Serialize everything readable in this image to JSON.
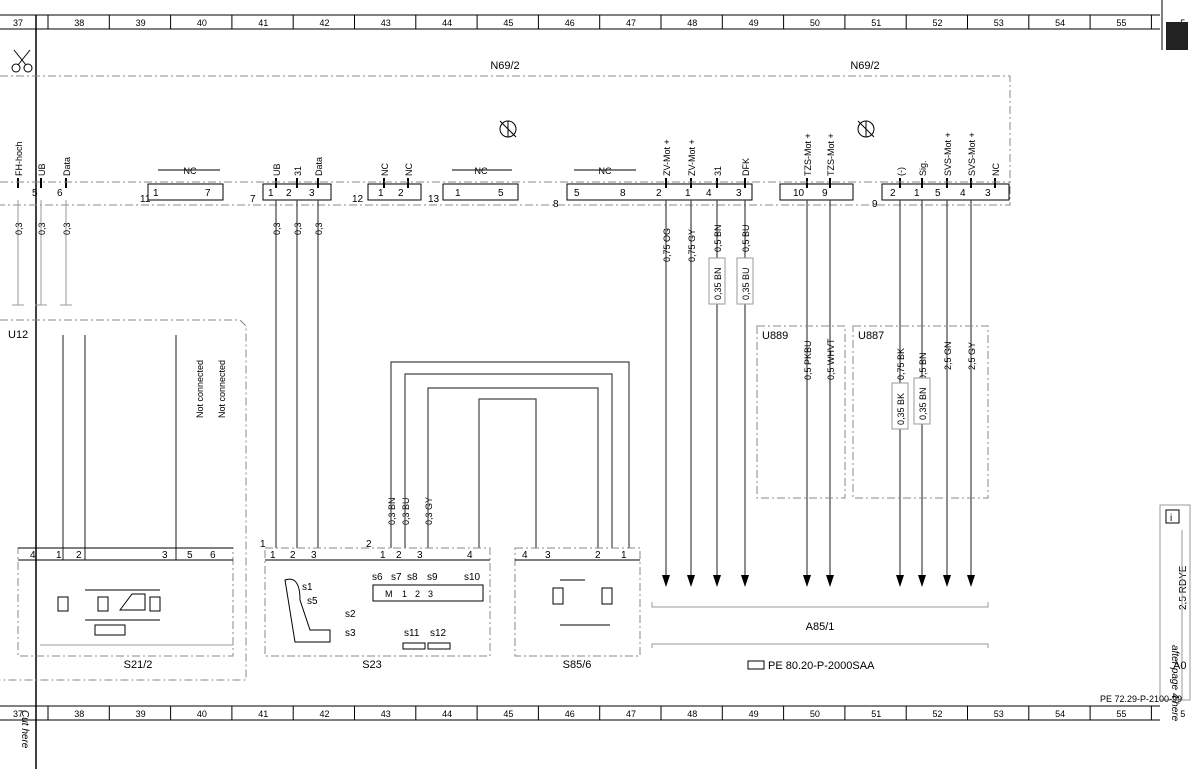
{
  "ruler_numbers": [
    "37",
    "38",
    "39",
    "40",
    "41",
    "42",
    "43",
    "44",
    "45",
    "46",
    "47",
    "48",
    "49",
    "50",
    "51",
    "52",
    "53",
    "54",
    "55",
    "5"
  ],
  "top_labels": {
    "n69_left": "N69/2",
    "n69_right": "N69/2"
  },
  "pins_top": [
    {
      "text": "FH-hoch"
    },
    {
      "text": "UB"
    },
    {
      "text": "Data"
    },
    {
      "text": "UB"
    },
    {
      "text": "31"
    },
    {
      "text": "Data"
    },
    {
      "text": "NC"
    },
    {
      "text": "NC"
    },
    {
      "text": "ZV-Mot +"
    },
    {
      "text": "ZV-Mot +"
    },
    {
      "text": "31"
    },
    {
      "text": "DFK"
    },
    {
      "text": "TZS-Mot +"
    },
    {
      "text": "TZS-Mot +"
    },
    {
      "text": "(-)"
    },
    {
      "text": "Sig."
    },
    {
      "text": "SVS-Mot +"
    },
    {
      "text": "SVS-Mot +"
    },
    {
      "text": "NC"
    }
  ],
  "connectors": [
    {
      "label": "11",
      "a": "1",
      "b": "7",
      "nc": "NC"
    },
    {
      "label": "7",
      "a": "1",
      "b": "2",
      "c": "3"
    },
    {
      "label": "12",
      "a": "1",
      "b": "2"
    },
    {
      "label": "13",
      "a": "1",
      "b": "5",
      "nc": "NC"
    },
    {
      "label": "8",
      "a": "5",
      "b": "8",
      "nc": "NC",
      "d": "2",
      "e": "1",
      "f": "4",
      "g": "3"
    },
    {
      "label": "10",
      "a": "9"
    },
    {
      "label": "9",
      "a": "2",
      "b": "1",
      "c": "5",
      "d": "4",
      "e": "3"
    }
  ],
  "left_pin_nums": [
    "5",
    "6"
  ],
  "wire_labels": [
    {
      "text": "0,3"
    },
    {
      "text": "0,3"
    },
    {
      "text": "0,3"
    },
    {
      "text": "0,3"
    },
    {
      "text": "0,3"
    },
    {
      "text": "0,3"
    },
    {
      "text": "0,75 OG"
    },
    {
      "text": "0,75 GY"
    },
    {
      "text": "0,5 BN"
    },
    {
      "text": "0,5 BU"
    },
    {
      "text": "0,35 BN"
    },
    {
      "text": "0,35 BU"
    },
    {
      "text": "0,5 PKBU"
    },
    {
      "text": "0,5 WHVT"
    },
    {
      "text": "0,75 BK"
    },
    {
      "text": "0,5 BN"
    },
    {
      "text": "2,5 GN"
    },
    {
      "text": "2,5 GY"
    },
    {
      "text": "0,35 BK"
    },
    {
      "text": "0,35 BN"
    },
    {
      "text": "0,3 BN"
    },
    {
      "text": "0,3 BU"
    },
    {
      "text": "0,3 GY"
    }
  ],
  "modules": {
    "u12": "U12",
    "u889": "U889",
    "u887": "U887"
  },
  "not_connected": [
    "Not connected",
    "Not connected"
  ],
  "s21": {
    "pins": [
      "4",
      "1",
      "2",
      "3",
      "5",
      "6"
    ],
    "name": "S21/2"
  },
  "s23": {
    "conn": "1",
    "pins": [
      "1",
      "2",
      "3"
    ],
    "name": "S23",
    "labels": [
      "s1",
      "s5",
      "s2",
      "s3"
    ]
  },
  "s23b": {
    "conn": "2",
    "pins": [
      "1",
      "2",
      "3",
      "4"
    ],
    "sw": [
      "s6",
      "s7",
      "s8",
      "s9",
      "s10"
    ],
    "keypad": [
      "M",
      "1",
      "2",
      "3"
    ],
    "bottom": [
      "s11",
      "s12"
    ]
  },
  "s85": {
    "pins": [
      "4",
      "3",
      "2",
      "1"
    ],
    "name": "S85/6"
  },
  "a85": {
    "name": "A85/1",
    "ref": "PE 80.20-P-2000SAA"
  },
  "right_side": {
    "wire": "2,5 RDYE",
    "ref_page": "A0",
    "footer_ref": "PE 72.29-P-2100-99"
  },
  "cut_here": "Cut here",
  "page_note": "after page 4 here",
  "info_icon": "i"
}
